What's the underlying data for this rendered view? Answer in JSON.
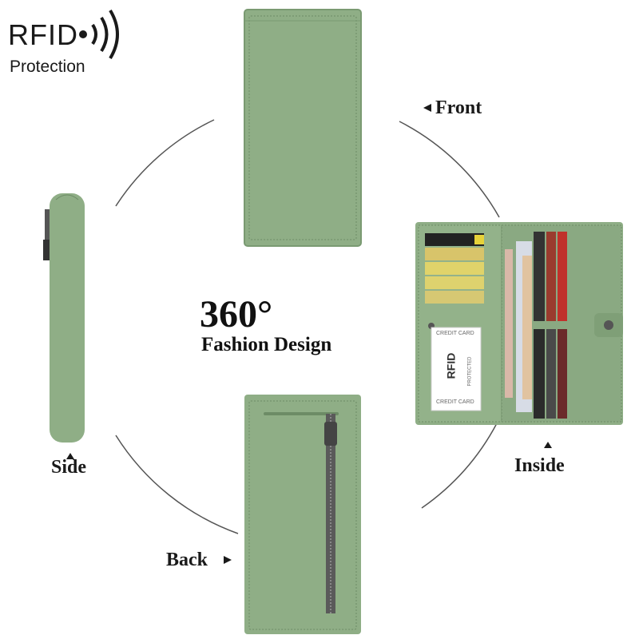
{
  "badge": {
    "title": "RFID",
    "subtitle": "Protection"
  },
  "headline": {
    "degrees": "360°",
    "tagline": "Fashion Design"
  },
  "views": {
    "front": "Front",
    "inside": "Inside",
    "side": "Side",
    "back": "Back"
  },
  "card_window": {
    "top_text": "CREDIT CARD",
    "center_text": "RFID",
    "sub_text": "PROTECTED",
    "bottom_text": "CREDIT CARD"
  },
  "colors": {
    "wallet": "#8fae86",
    "wallet_dark": "#7a9a72",
    "stitch": "#6d8c66",
    "arc": "#555555"
  }
}
